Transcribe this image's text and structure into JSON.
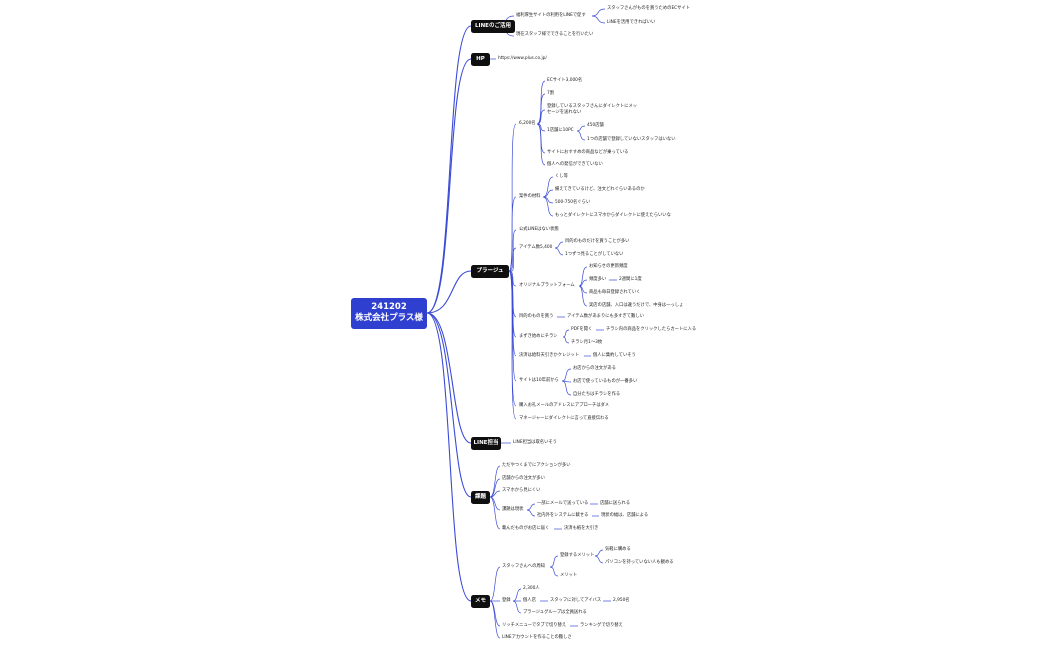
{
  "root": {
    "line1": "241202",
    "line2": "株式会社プラス様"
  },
  "branches": {
    "line_usage": "LINEのご活用",
    "hp": "HP",
    "plage": "プラージュ",
    "line_intro": "LINE担当",
    "issues": "課題",
    "memo": "メモ"
  },
  "line_usage": {
    "a": "福利厚生サイトの利用をLINEで促す",
    "a1": "スタッフさんがものを買うためのECサイト",
    "a2": "LINEを活用できればいい",
    "b": "現在スタッフ様でできることを行いたい"
  },
  "hp": {
    "url": "https://www.plus.co.jp/"
  },
  "plage": {
    "n1": "6,200名",
    "n1_1": "ECサイト3,000名",
    "n1_2": "7割",
    "n1_3a": "登録しているスタッフさんにダイレクトにメッ",
    "n1_3b": "セージを送れない",
    "n1_4": "1店舗に10PC",
    "n1_4a": "450店舗",
    "n1_4b": "1つの店舗で登録していないスタッフはいない",
    "n1_5": "サイトにおすすめの商品などが乗っている",
    "n1_6": "個人への発信ができていない",
    "n2": "案件の材料",
    "n2_1": "くし等",
    "n2_2": "備えてきているけど、注文どれぐらいあるのか",
    "n2_3": "500-750名ぐらい",
    "n2_4": "もっとダイレクトにスマホからダイレクトに使えたらいいな",
    "n3": "公式LINEはない状態",
    "n4": "アイテム数5,400",
    "n4_1": "目的のものだけを買うことが多い",
    "n4_2": "1つずつ見ることがしていない",
    "n5": "オリジナルプラットフォーム",
    "n5_1": "お知らせの更新頻度",
    "n5_2": "頻度多い",
    "n5_2a": "2週間に1度",
    "n5_3": "商品も毎日登録されていく",
    "n5_4": "実店の店舗、入口は違うだけで、中身は一っしょ",
    "n6": "目的のものを買う",
    "n6_1": "アイテム数があまりにも多すぎて難しい",
    "n7": "まずき始めにチラシ",
    "n7_1": "PDFを開く",
    "n7_1a": "チラシ内の商品をクリックしたらカートに入る",
    "n7_2": "チラシ月1〜3枚",
    "n8": "決済は給料天引きかクレジット",
    "n8_1": "個人に集約していそう",
    "n9": "サイトは10年前から",
    "n9_1": "お店からの注文がある",
    "n9_2": "お店で使っているものが一番多い",
    "n9_3": "自分たちはチラシを作る",
    "n10": "購入お礼メールのアドレスにアプローチはダメ",
    "n11": "マネージャーにダイレクトに言って直接伝わる"
  },
  "line_intro": {
    "a": "LINE担当は取名いそう"
  },
  "issues": {
    "a": "ただやつくまでにアクションが多い",
    "b": "店舗からの注文が多い",
    "c": "スマホから見にくい",
    "d": "課題は現状",
    "d1": "一部にメールで送っている",
    "d1a": "店舗に送られる",
    "d2": "社内外をシステムに載せる",
    "d2a": "現状の幅は、店舗による",
    "e": "載んだものがお店に届く",
    "e1": "決済も紙を大引き"
  },
  "memo": {
    "a": "スタッフさんへの周知",
    "a1": "登録するメリット",
    "a1a": "気軽に購める",
    "a1b": "パソコンを持っていない人も観める",
    "a2": "メリット",
    "b": "登録",
    "b1": "2,300人",
    "b2": "個人店",
    "b2a": "スタッフに対してアイバス",
    "b2b": "2,950名",
    "b3": "プラージュグループは全員送れる",
    "c": "リッチメニューでタブで切り替え",
    "c1": "ランキングで切り替え",
    "d": "LINEアカウントを作ることの難しさ"
  }
}
